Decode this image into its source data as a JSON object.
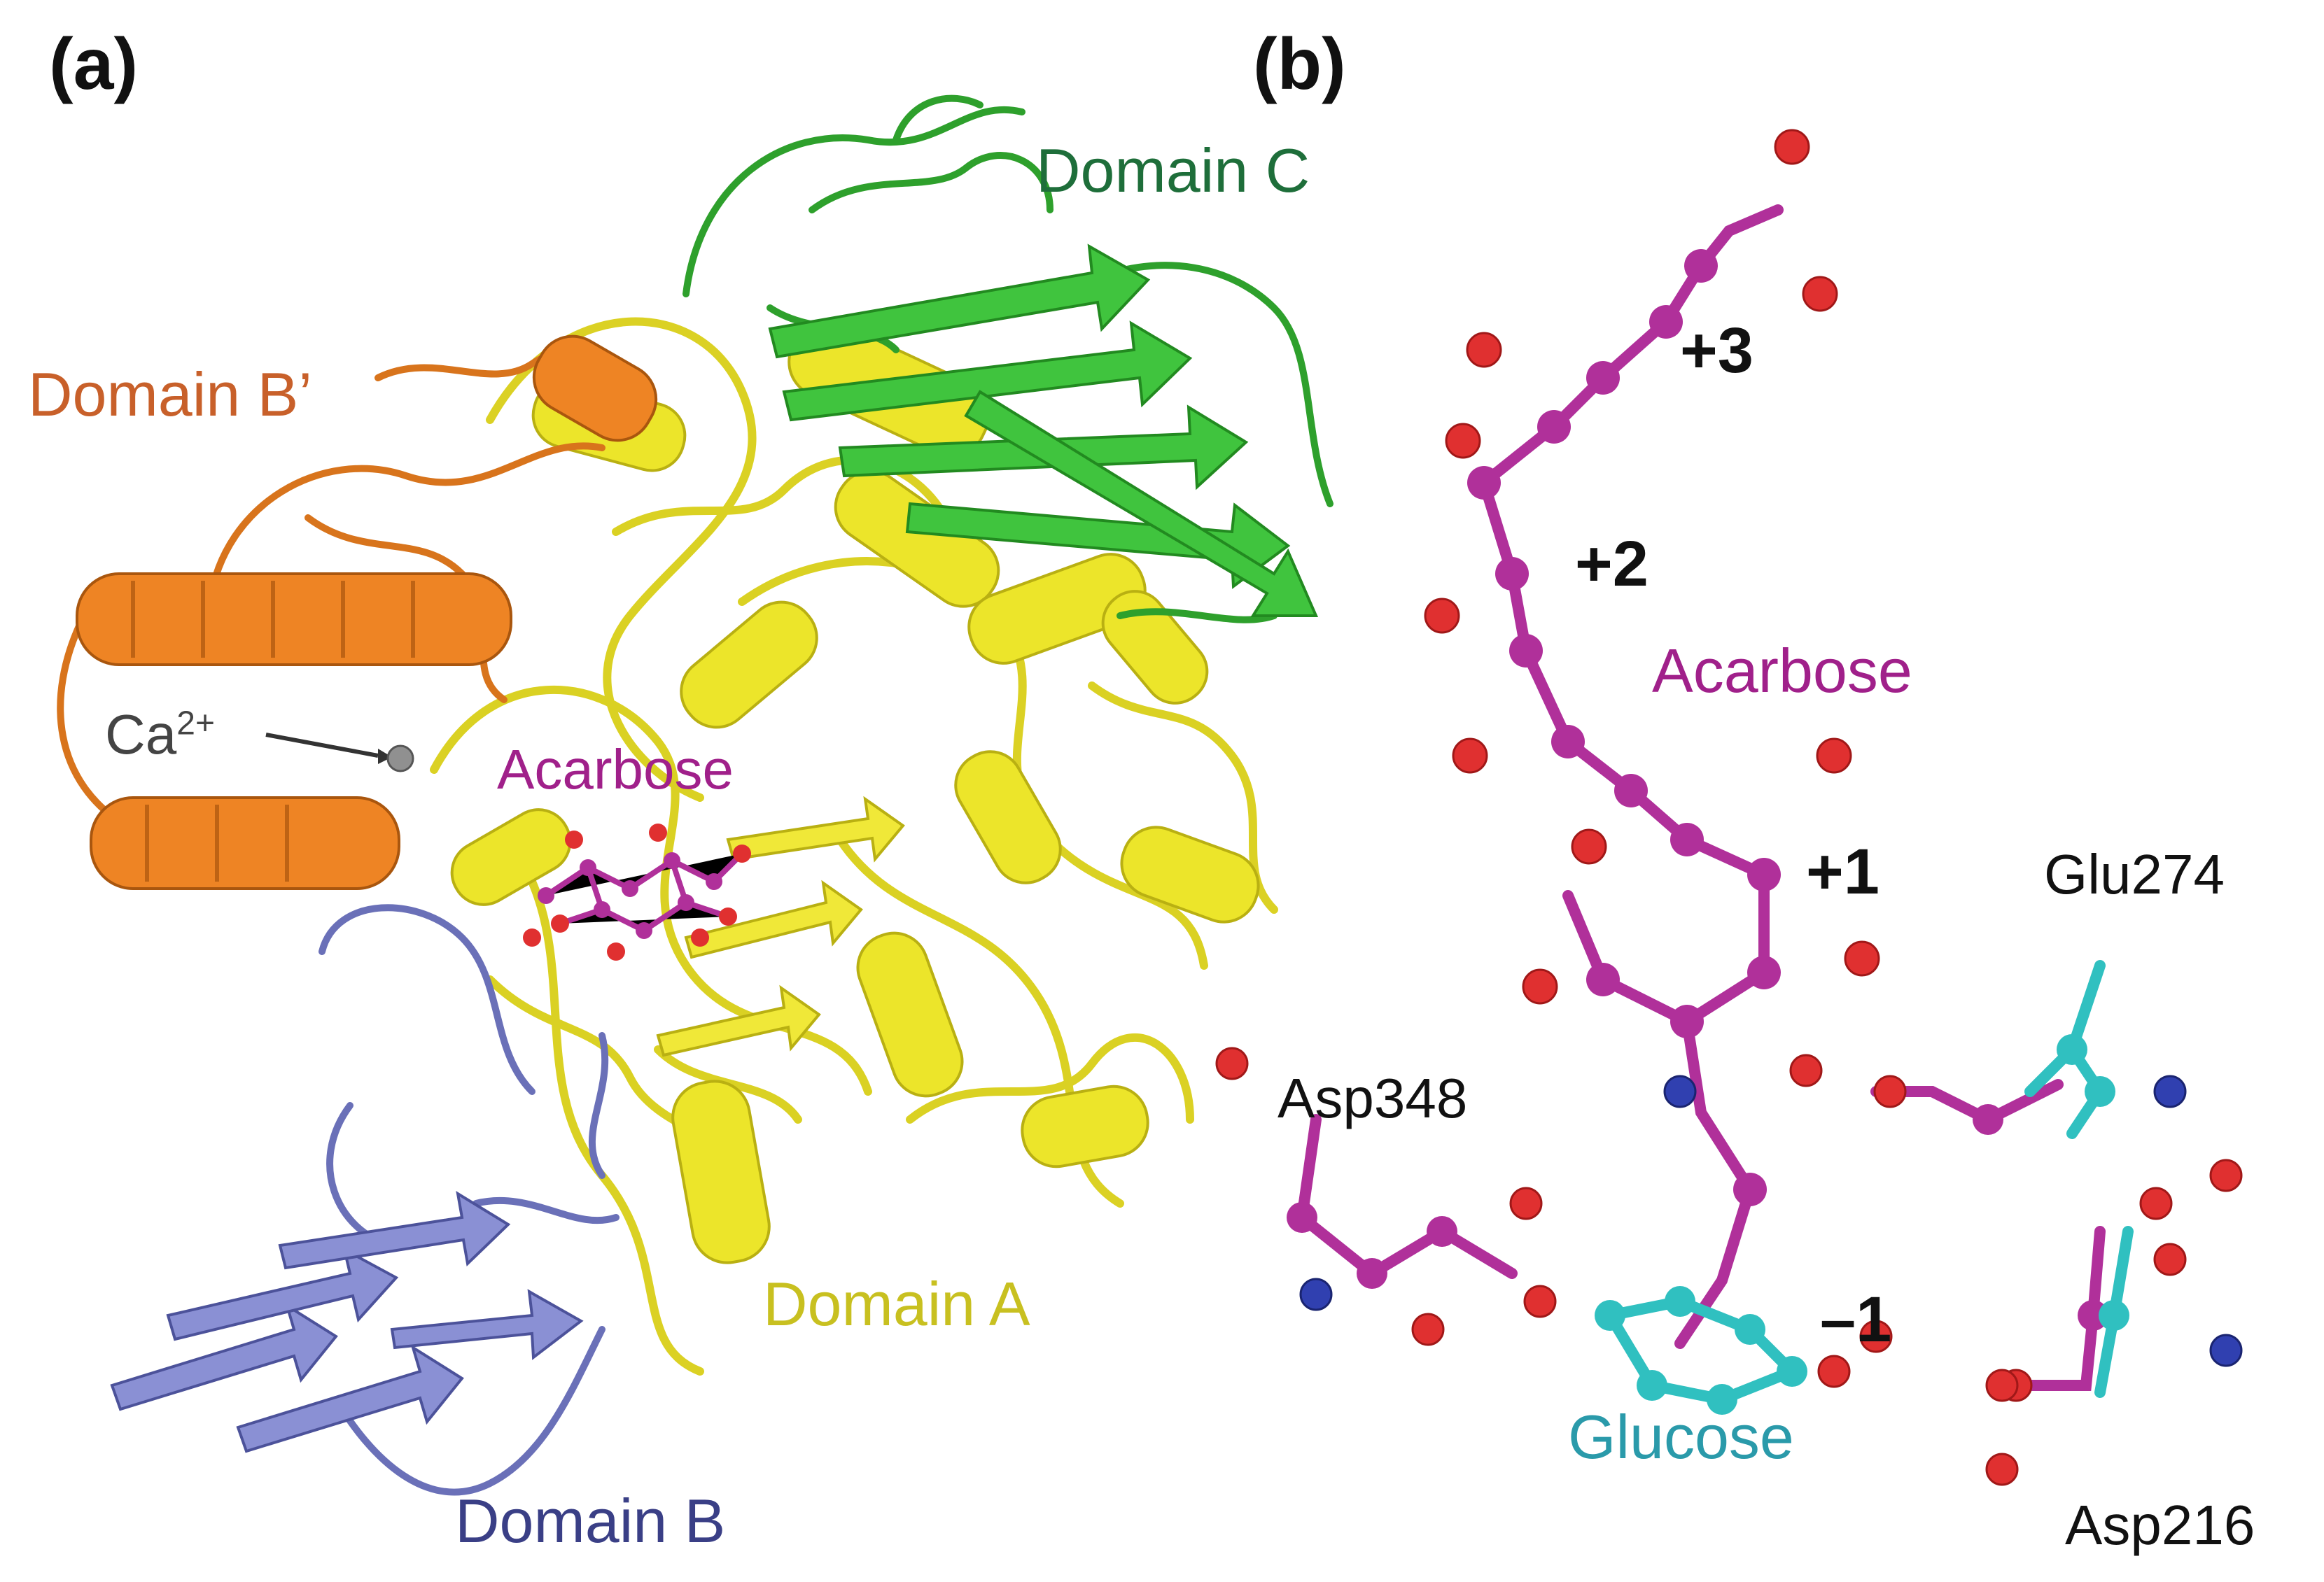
{
  "panel_a": {
    "panel_label": "(a)",
    "labels": {
      "domain_c": "Domain C",
      "domain_b_prime": "Domain B’",
      "domain_a": "Domain A",
      "domain_b": "Domain B",
      "acarbose": "Acarbose",
      "ca_text": "Ca",
      "ca_charge": "2+"
    }
  },
  "panel_b": {
    "panel_label": "(b)",
    "labels": {
      "acarbose": "Acarbose",
      "glucose": "Glucose",
      "glu274": "Glu274",
      "asp348": "Asp348",
      "asp216": "Asp216",
      "site_p3": "+3",
      "site_p2": "+2",
      "site_p1": "+1",
      "site_m1": "–1"
    }
  },
  "colors": {
    "domain_a": "#e8e020",
    "domain_b": "#7a80c8",
    "domain_b_prime": "#e07a1e",
    "domain_c": "#3cb43a",
    "acarbose": "#b0309a",
    "glucose": "#30c0c0",
    "oxygen": "#e03030",
    "nitrogen": "#3040b0",
    "calcium": "#909090"
  }
}
